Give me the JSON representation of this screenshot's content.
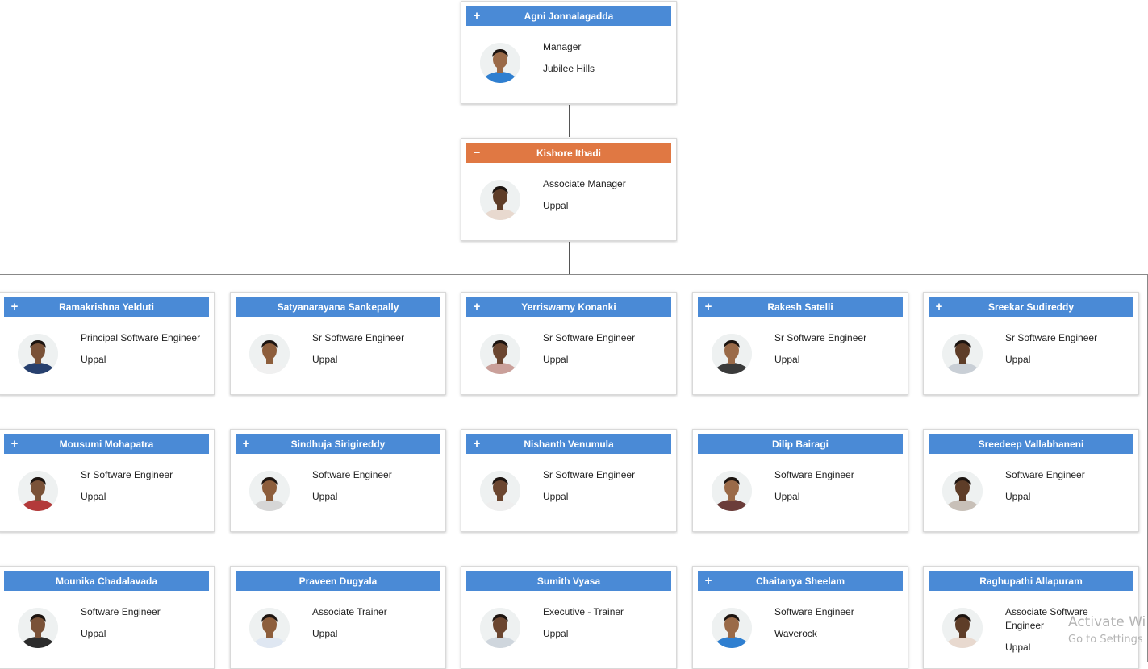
{
  "colors": {
    "header_blue": "#4a8ad6",
    "header_orange": "#e07843"
  },
  "manager": {
    "name": "Agni Jonnalagadda",
    "title": "Manager",
    "location": "Jubilee Hills",
    "toggle": "+",
    "expanded": false,
    "avatar_icon": "person-photo-icon"
  },
  "associate_manager": {
    "name": "Kishore Ithadi",
    "title": "Associate Manager",
    "location": "Uppal",
    "toggle": "−",
    "expanded": true,
    "avatar_icon": "person-photo-icon"
  },
  "employees": [
    {
      "name": "Ramakrishna Yelduti",
      "title": "Principal Software Engineer",
      "location": "Uppal",
      "toggle": "+"
    },
    {
      "name": "Satyanarayana Sankepally",
      "title": "Sr Software Engineer",
      "location": "Uppal",
      "toggle": ""
    },
    {
      "name": "Yerriswamy Konanki",
      "title": "Sr Software Engineer",
      "location": "Uppal",
      "toggle": "+"
    },
    {
      "name": "Rakesh Satelli",
      "title": "Sr Software Engineer",
      "location": "Uppal",
      "toggle": "+"
    },
    {
      "name": "Sreekar Sudireddy",
      "title": "Sr Software Engineer",
      "location": "Uppal",
      "toggle": "+"
    },
    {
      "name": "Mousumi Mohapatra",
      "title": "Sr Software Engineer",
      "location": "Uppal",
      "toggle": "+"
    },
    {
      "name": "Sindhuja Sirigireddy",
      "title": "Software Engineer",
      "location": "Uppal",
      "toggle": "+"
    },
    {
      "name": "Nishanth Venumula",
      "title": "Sr Software Engineer",
      "location": "Uppal",
      "toggle": "+"
    },
    {
      "name": "Dilip Bairagi",
      "title": "Software Engineer",
      "location": "Uppal",
      "toggle": ""
    },
    {
      "name": "Sreedeep Vallabhaneni",
      "title": "Software Engineer",
      "location": "Uppal",
      "toggle": ""
    },
    {
      "name": "Mounika Chadalavada",
      "title": "Software Engineer",
      "location": "Uppal",
      "toggle": ""
    },
    {
      "name": "Praveen Dugyala",
      "title": "Associate Trainer",
      "location": "Uppal",
      "toggle": ""
    },
    {
      "name": "Sumith Vyasa",
      "title": "Executive - Trainer",
      "location": "Uppal",
      "toggle": ""
    },
    {
      "name": "Chaitanya Sheelam",
      "title": "Software Engineer",
      "location": "Waverock",
      "toggle": "+"
    },
    {
      "name": "Raghupathi Allapuram",
      "title": "Associate Software Engineer",
      "location": "Uppal",
      "toggle": ""
    }
  ],
  "watermark": {
    "line1": "Activate Wi",
    "line2": "Go to Settings"
  }
}
